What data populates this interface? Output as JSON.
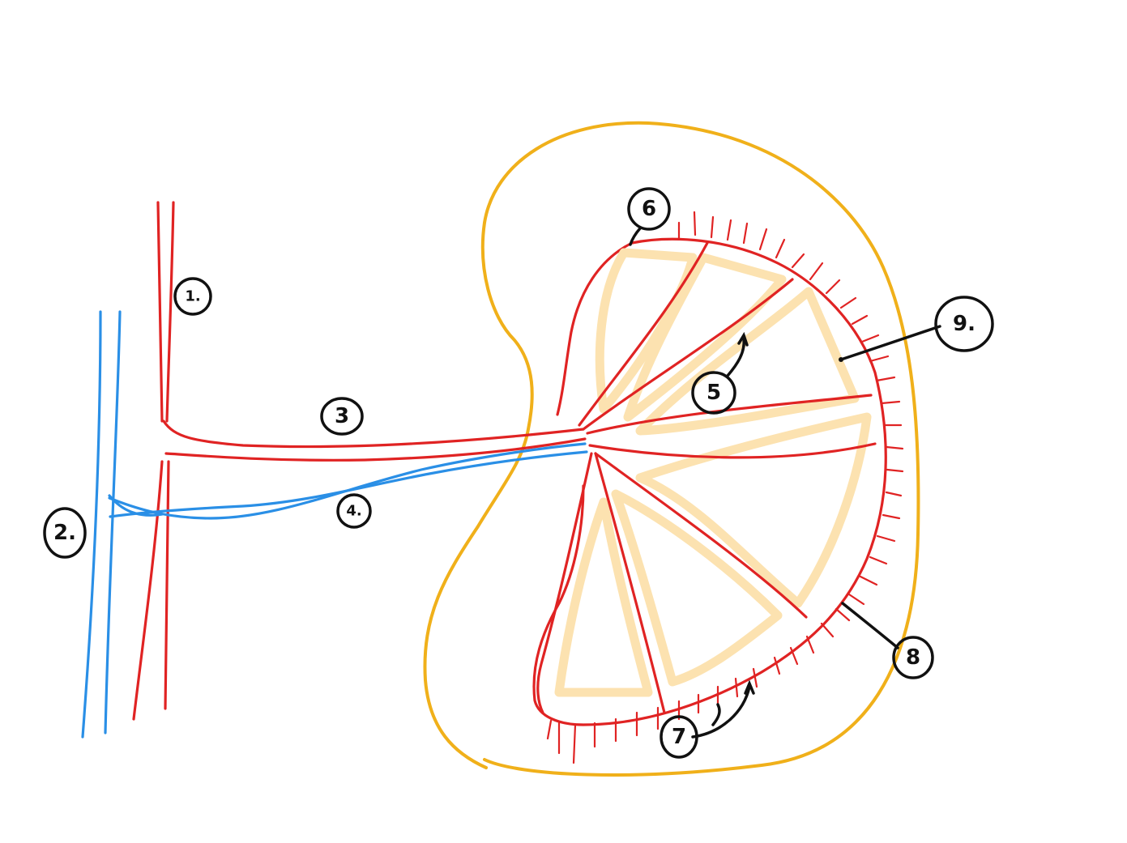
{
  "colors": {
    "artery": "#e02323",
    "vein": "#2a8fe6",
    "capsule": "#f0b01a",
    "pyramid": "#fce2b0",
    "ink": "#111111",
    "background": "#ffffff"
  },
  "labels": {
    "l1": "1.",
    "l2": "2.",
    "l3": "3",
    "l4": "4.",
    "l5": "5",
    "l6": "6",
    "l7": "7",
    "l8": "8",
    "l9": "9."
  }
}
